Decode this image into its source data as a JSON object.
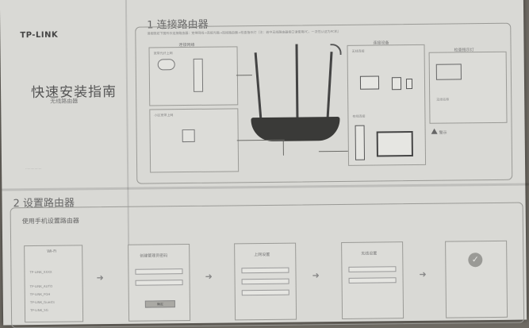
{
  "brand": {
    "logo": "TP-LINK"
  },
  "cover": {
    "title": "快速安装指南",
    "subtitle": "无线路由器",
    "footer": "················"
  },
  "section1": {
    "title": "1 连接路由器",
    "desc": "请按照如下图所示连接路由器：宽带网线→连接光猫→连接路由器→检查指示灯（注：若中无线路由器接口请使用PC，一次性认证为PC机）",
    "network_label": "连接网络",
    "device_label": "连接设备",
    "indicator_label": "检查指示灯",
    "broadband_label": "宽带光纤上网",
    "lan_label": "小区宽带上网",
    "wireless_label": "无线连接",
    "wired_label": "有线连接",
    "wireless_name": "无线名称",
    "warning_title": "警示"
  },
  "section2": {
    "title": "2 设置路由器",
    "subtitle": "使用手机设置路由器",
    "step1_title": "Wi-Fi",
    "step2_title": "创建管理员密码",
    "step3_title": "上网设置",
    "step4_title": "无线设置",
    "wifi_list": [
      "TP-LINK_XXXX",
      "TP-LINK_AUTO",
      "TP-LINK_FGH",
      "TP-LINK_Guests",
      "TP-LINK_5G"
    ],
    "btn_confirm": "确定"
  },
  "colors": {
    "paper": "#d9d9d5",
    "line": "#6b6b67",
    "background": "#6e6a63"
  }
}
